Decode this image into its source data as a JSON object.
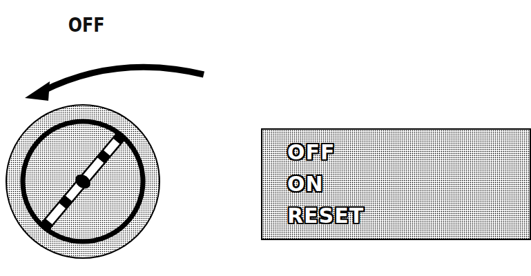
{
  "diagram": {
    "nodes": [
      {
        "text": [
          "OFF",
          "ON",
          "RESET"
        ]
      }
    ],
    "labels": [
      "OFF"
    ]
  }
}
